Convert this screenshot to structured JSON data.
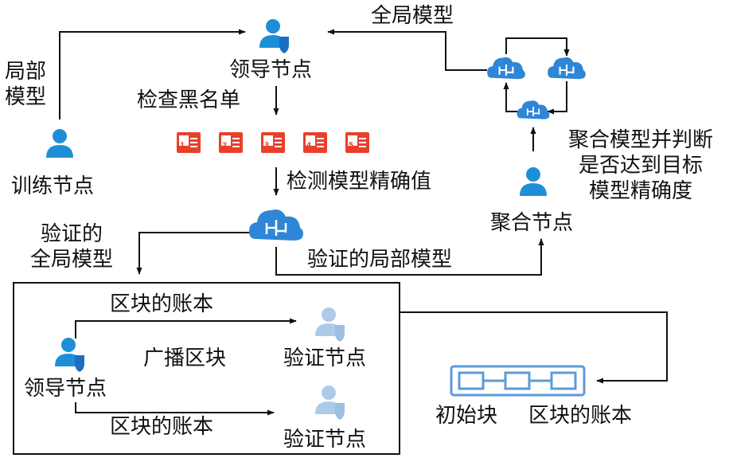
{
  "colors": {
    "person_active": "#1e8fd6",
    "person_faded": "#9fc3e6",
    "shield": "#1a6fc2",
    "cloud": "#2f86d6",
    "blacklist": "#e8402b",
    "chain": "#5b9bd8",
    "line": "#111111"
  },
  "icons": {
    "person": "person-with-shield-icon",
    "cloud": "cloud-network-icon",
    "blacklist_card": "id-card-icon",
    "chain": "blockchain-chain-icon"
  },
  "nodes": {
    "leader_top": "领导节点",
    "trainer": "训练节点",
    "aggregator": "聚合节点",
    "leader_bottom": "领导节点",
    "verifier_1": "验证节点",
    "verifier_2": "验证节点",
    "genesis": "初始块"
  },
  "edges": {
    "global_model": "全局模型",
    "local_model": "局部\n模型",
    "check_blacklist": "检查黑名单",
    "detect_accuracy": "检测模型精确值",
    "aggregate_judge": "聚合模型并判断\n是否达到目标\n模型精确度",
    "verified_local": "验证的局部模型",
    "verified_global": "验证的\n全局模型",
    "block_ledger_top": "区块的账本",
    "block_ledger_bottom": "区块的账本",
    "broadcast": "广播区块",
    "ledger": "区块的账本"
  },
  "blacklist": [
    "1",
    "2",
    "3",
    "4",
    "5"
  ]
}
